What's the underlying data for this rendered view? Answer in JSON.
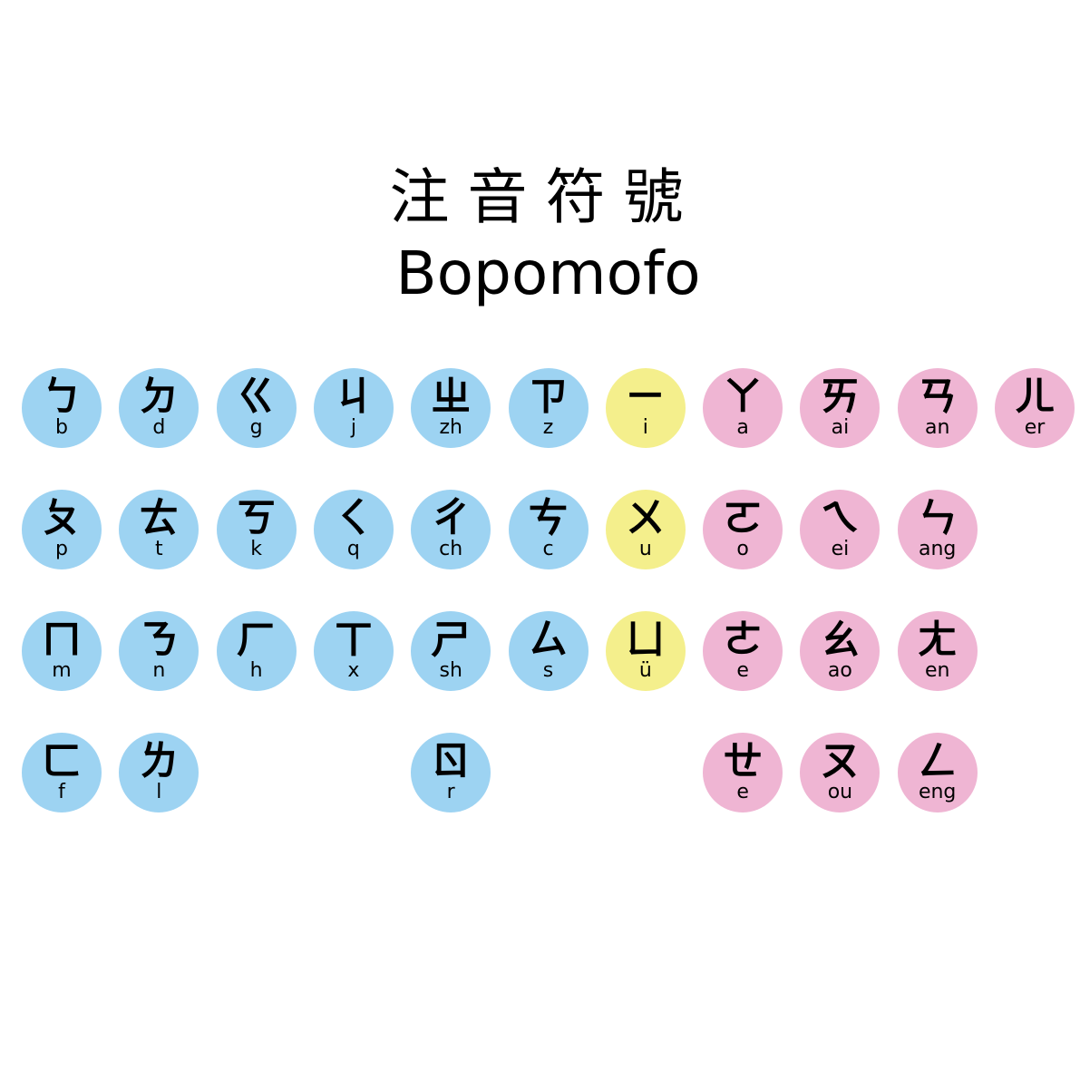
{
  "title": {
    "chinese": "注音符號",
    "english": "Bopomofo"
  },
  "colors": {
    "initial": "#9dd3f2",
    "medial": "#f4ef8c",
    "final": "#efb5d3"
  },
  "column_groups": [
    "initial",
    "initial",
    "initial",
    "initial",
    "initial",
    "initial",
    "medial",
    "final",
    "final",
    "final",
    "final"
  ],
  "rows": [
    [
      {
        "symbol": "ㄅ",
        "roman": "b"
      },
      {
        "symbol": "ㄉ",
        "roman": "d"
      },
      {
        "symbol": "ㄍ",
        "roman": "g"
      },
      {
        "symbol": "ㄐ",
        "roman": "j"
      },
      {
        "symbol": "ㄓ",
        "roman": "zh"
      },
      {
        "symbol": "ㄗ",
        "roman": "z"
      },
      {
        "symbol": "ㄧ",
        "roman": "i"
      },
      {
        "symbol": "ㄚ",
        "roman": "a"
      },
      {
        "symbol": "ㄞ",
        "roman": "ai"
      },
      {
        "symbol": "ㄢ",
        "roman": "an"
      },
      {
        "symbol": "ㄦ",
        "roman": "er"
      }
    ],
    [
      {
        "symbol": "ㄆ",
        "roman": "p"
      },
      {
        "symbol": "ㄊ",
        "roman": "t"
      },
      {
        "symbol": "ㄎ",
        "roman": "k"
      },
      {
        "symbol": "ㄑ",
        "roman": "q"
      },
      {
        "symbol": "ㄔ",
        "roman": "ch"
      },
      {
        "symbol": "ㄘ",
        "roman": "c"
      },
      {
        "symbol": "ㄨ",
        "roman": "u"
      },
      {
        "symbol": "ㄛ",
        "roman": "o"
      },
      {
        "symbol": "ㄟ",
        "roman": "ei"
      },
      {
        "symbol": "ㄣ",
        "roman": "ang"
      },
      null
    ],
    [
      {
        "symbol": "ㄇ",
        "roman": "m"
      },
      {
        "symbol": "ㄋ",
        "roman": "n"
      },
      {
        "symbol": "ㄏ",
        "roman": "h"
      },
      {
        "symbol": "ㄒ",
        "roman": "x"
      },
      {
        "symbol": "ㄕ",
        "roman": "sh"
      },
      {
        "symbol": "ㄙ",
        "roman": "s"
      },
      {
        "symbol": "ㄩ",
        "roman": "ü"
      },
      {
        "symbol": "ㄜ",
        "roman": "e"
      },
      {
        "symbol": "ㄠ",
        "roman": "ao"
      },
      {
        "symbol": "ㄤ",
        "roman": "en"
      },
      null
    ],
    [
      {
        "symbol": "ㄈ",
        "roman": "f"
      },
      {
        "symbol": "ㄌ",
        "roman": "l"
      },
      null,
      null,
      {
        "symbol": "ㄖ",
        "roman": "r"
      },
      null,
      null,
      {
        "symbol": "ㄝ",
        "roman": "e"
      },
      {
        "symbol": "ㄡ",
        "roman": "ou"
      },
      {
        "symbol": "ㄥ",
        "roman": "eng"
      },
      null
    ]
  ]
}
